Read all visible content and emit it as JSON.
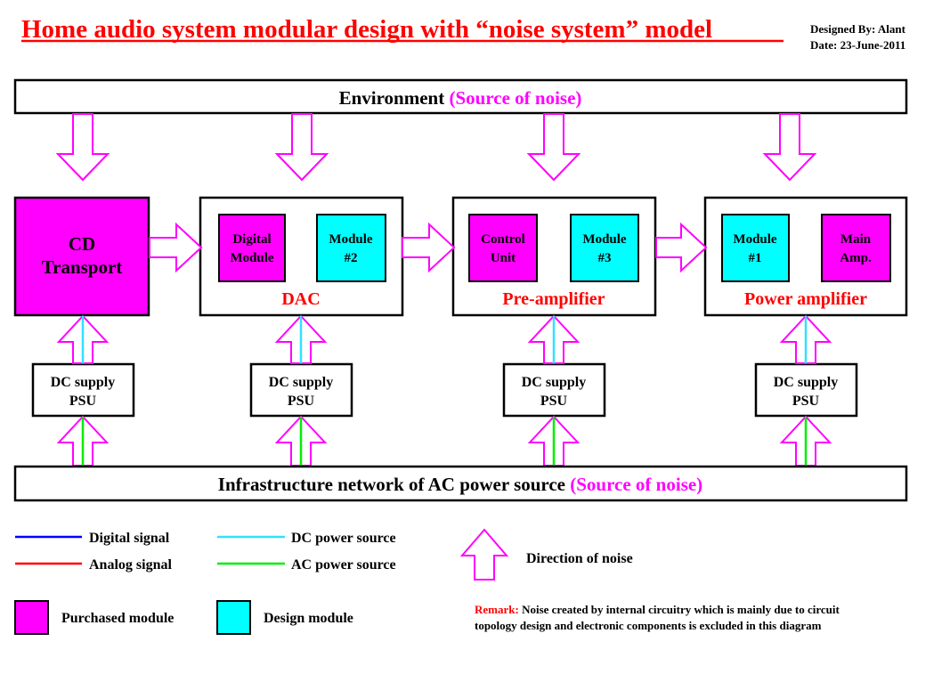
{
  "header": {
    "title": "Home audio system modular design with “noise system” model",
    "designed_by": "Designed By: Alant",
    "date": "Date: 23-June-2011"
  },
  "environment": {
    "label": "Environment",
    "note": "(Source of noise)"
  },
  "infrastructure": {
    "label": "Infrastructure network of AC power source",
    "note": "(Source of noise)"
  },
  "cd_transport": {
    "line1": "CD",
    "line2": "Transport"
  },
  "units": {
    "dac": {
      "label": "DAC",
      "left_module": {
        "line1": "Digital",
        "line2": "Module"
      },
      "right_module": {
        "line1": "Module",
        "line2": "#2"
      }
    },
    "preamp": {
      "label": "Pre-amplifier",
      "left_module": {
        "line1": "Control",
        "line2": "Unit"
      },
      "right_module": {
        "line1": "Module",
        "line2": "#3"
      }
    },
    "poweramp": {
      "label": "Power amplifier",
      "left_module": {
        "line1": "Module",
        "line2": "#1"
      },
      "right_module": {
        "line1": "Main",
        "line2": "Amp."
      }
    }
  },
  "psu": {
    "line1": "DC supply",
    "line2": "PSU"
  },
  "legend": {
    "digital_signal": "Digital signal",
    "analog_signal": "Analog signal",
    "dc_power": "DC power source",
    "ac_power": "AC power source",
    "direction_of_noise": "Direction of noise",
    "purchased_module": "Purchased module",
    "design_module": "Design module"
  },
  "remark": {
    "label": "Remark:",
    "line1": "Noise created by internal circuitry which is mainly due to circuit",
    "line2": "topology design and electronic components is excluded in this diagram"
  },
  "colors": {
    "purchased": "#ff00ff",
    "design": "#00ffff",
    "noise_arrow": "#ff00ff",
    "digital_signal": "#0000ff",
    "analog_signal": "#ff0000",
    "dc_power": "#33e0ff",
    "ac_power": "#00ee00",
    "title": "#ff0000",
    "remark_label": "#ff0000"
  }
}
